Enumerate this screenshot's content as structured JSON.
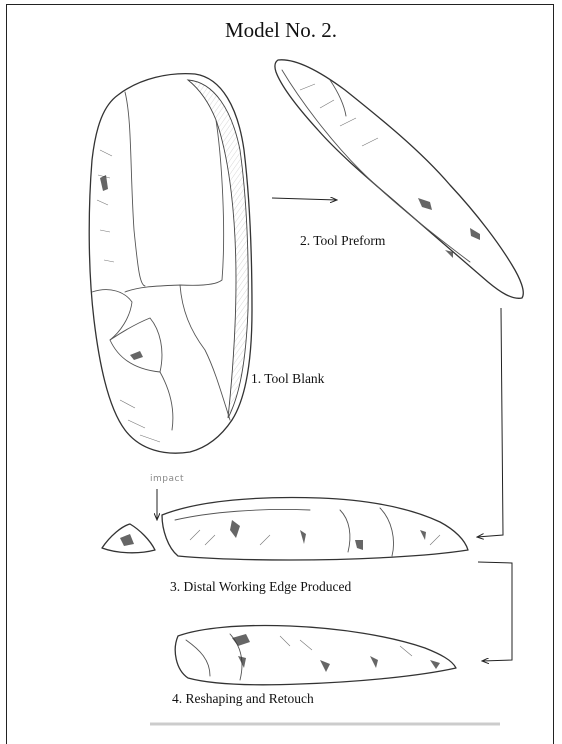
{
  "title": "Model No. 2.",
  "steps": [
    {
      "label": "1. Tool Blank"
    },
    {
      "label": "2. Tool Preform"
    },
    {
      "label": "3. Distal Working Edge Produced"
    },
    {
      "label": "4. Reshaping and Retouch"
    }
  ],
  "annotation": "impact"
}
